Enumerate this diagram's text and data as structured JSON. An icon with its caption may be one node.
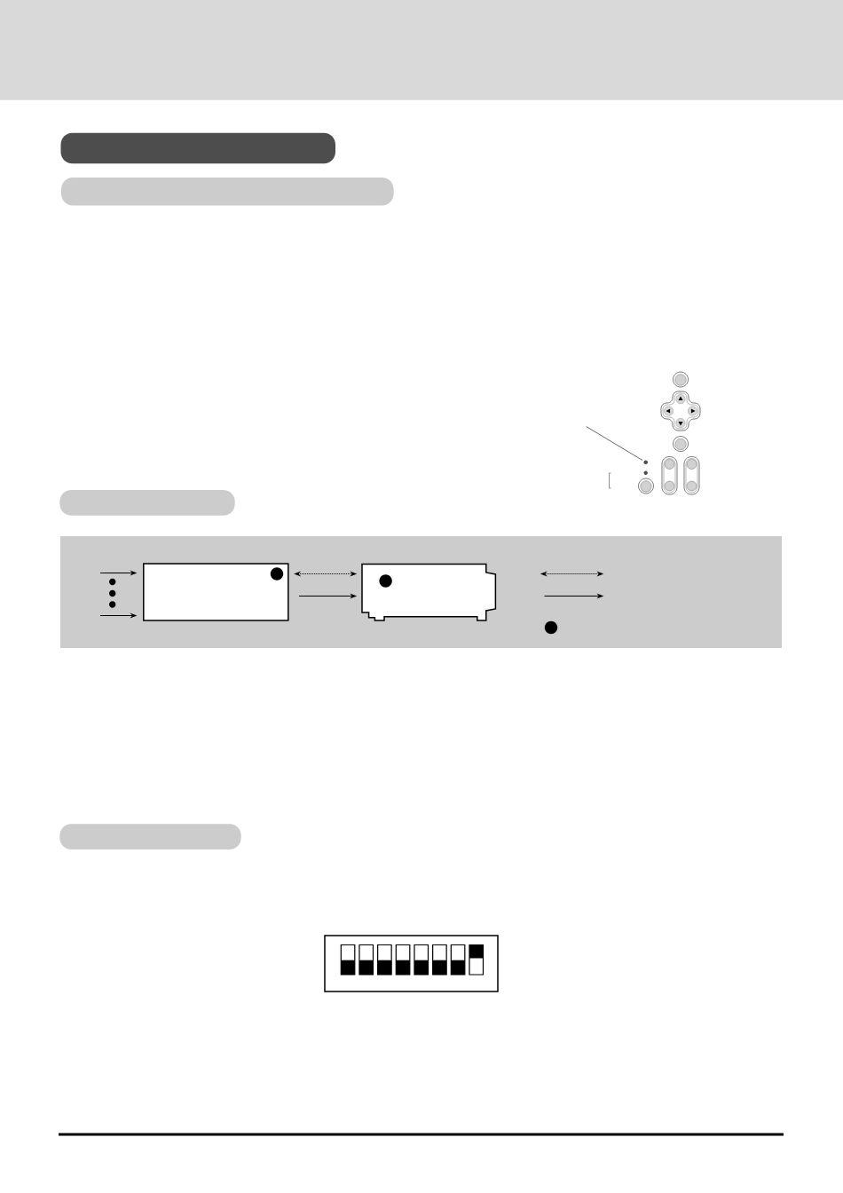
{
  "diagram": {
    "nodes": [
      {
        "text": [],
        "shape": "bar"
      },
      {
        "text": [],
        "shape": "bar"
      },
      {
        "text": [],
        "shape": "circle"
      },
      {
        "text": [],
        "shape": "bar"
      },
      {
        "text": [],
        "shape": "box"
      },
      {
        "text": [],
        "shape": "picture"
      },
      {
        "text": [],
        "shape": "bar"
      }
    ],
    "edges": [
      {
        "from": null,
        "to": 4,
        "arrow": "to"
      },
      {
        "from": null,
        "to": 4,
        "arrow": "to"
      },
      {
        "from": 4,
        "to": 5,
        "arrow": "both",
        "style": "dashed"
      },
      {
        "from": 4,
        "to": 5,
        "arrow": "to"
      },
      {
        "from": null,
        "to": 2,
        "arrow": "none"
      }
    ]
  }
}
